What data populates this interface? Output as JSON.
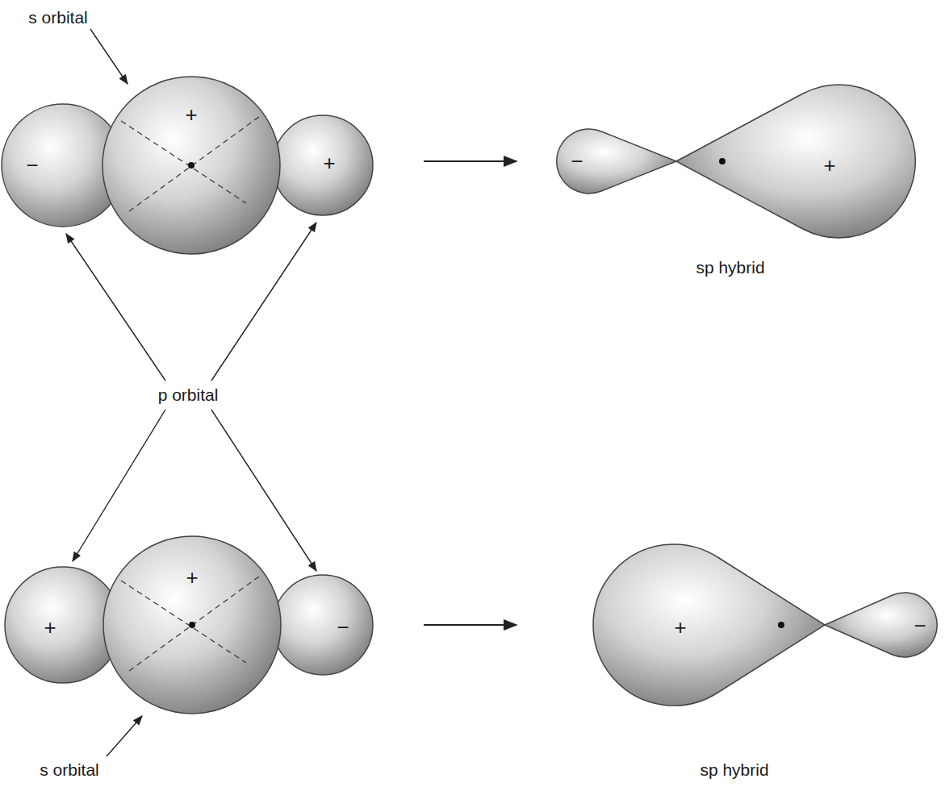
{
  "diagram": {
    "labels": [
      "s orbital",
      "+",
      "−",
      "+",
      "−",
      "+",
      "sp hybrid",
      "p orbital",
      "+",
      "+",
      "−",
      "+",
      "−",
      "s orbital",
      "sp hybrid"
    ]
  }
}
